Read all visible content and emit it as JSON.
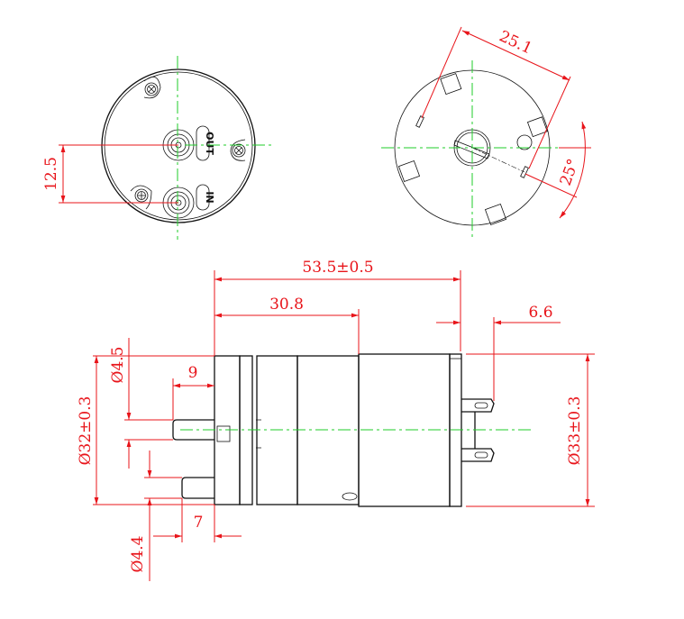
{
  "labels": {
    "outlet": "OUT",
    "inlet": "IN"
  },
  "dimensions": {
    "port_spacing": "12.5",
    "mount_spacing": "25.1",
    "terminal_angle": "25°",
    "overall_length": "53.5±0.5",
    "pump_head_length": "30.8",
    "terminal_length": "6.6",
    "motor_diameter": "Ø33±0.3",
    "head_diameter": "Ø32±0.3",
    "outlet_diameter": "Ø4.5",
    "outlet_length": "9",
    "inlet_diameter": "Ø4.4",
    "inlet_length": "7"
  },
  "colors": {
    "dimension": "#e8141a",
    "centerline": "#1fcc2a",
    "outline": "#111111"
  }
}
